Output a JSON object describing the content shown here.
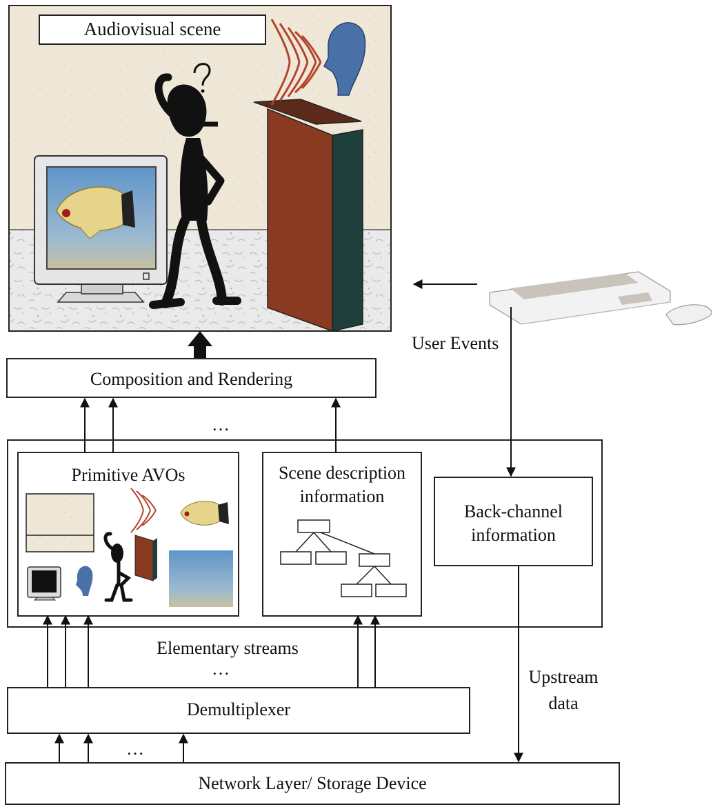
{
  "scene": {
    "title": "Audiovisual scene"
  },
  "labels": {
    "user_events": "User Events",
    "composition": "Composition and Rendering",
    "ellipsis": "…",
    "primitive_avos": "Primitive AVOs",
    "scene_description_line1": "Scene description",
    "scene_description_line2": "information",
    "back_channel_line1": "Back-channel",
    "back_channel_line2": "information",
    "elementary_streams": "Elementary streams",
    "upstream_line1": "Upstream",
    "upstream_line2": "data",
    "demultiplexer": "Demultiplexer",
    "network_layer": "Network Layer/ Storage Device"
  },
  "icons": {
    "person": "confused-person-icon",
    "speaker": "speaker-icon",
    "monitor": "monitor-icon",
    "fish": "fish-icon",
    "head": "head-icon",
    "sound_waves": "sound-waves-icon",
    "keyboard": "keyboard-icon",
    "mouse": "mouse-icon",
    "tree": "tree-diagram-icon"
  },
  "colors": {
    "speaker_front": "#8b3a22",
    "speaker_side": "#1e3f3a",
    "head": "#4a70a8",
    "waves": "#b4442c",
    "wall": "#efe8d8",
    "fish_body": "#e8d890",
    "water": "#6f9ec8"
  }
}
